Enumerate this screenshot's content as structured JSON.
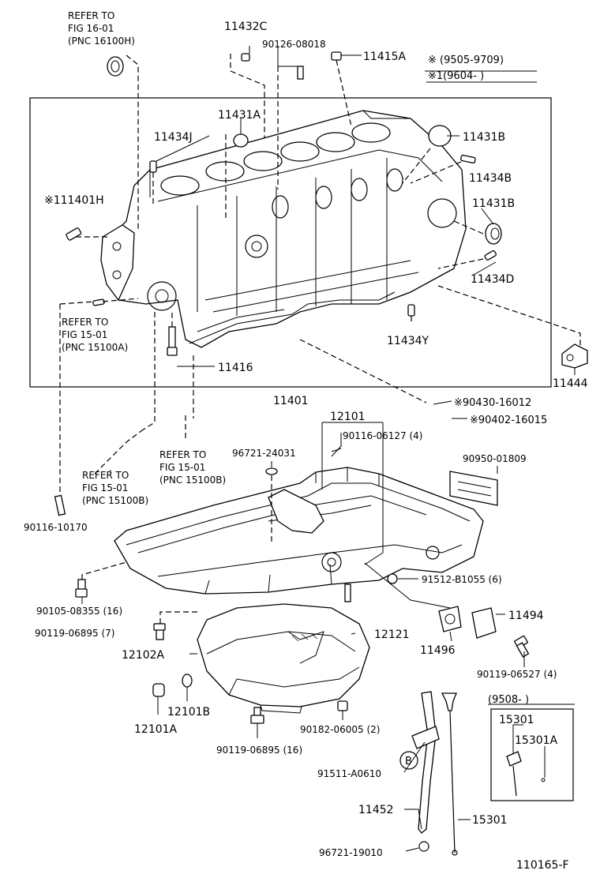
{
  "labels": {
    "refer_16_l1": "REFER TO",
    "refer_16_l2": "FIG 16-01",
    "refer_16_l3": "(PNC 16100H)",
    "p11432C": "11432C",
    "p90126": "90126-08018",
    "p11415A": "11415A",
    "note1": "※ (9505-9709)",
    "note2": "※1(9604-      )",
    "p11431A": "11431A",
    "p11434J": "11434J",
    "p11431B_top": "11431B",
    "p11434B": "11434B",
    "p111401H": "※111401H",
    "p11431B_mid": "11431B",
    "p11434D": "11434D",
    "refer_15a_l1": "REFER TO",
    "refer_15a_l2": "FIG 15-01",
    "refer_15a_l3": "(PNC 15100A)",
    "p11434Y": "11434Y",
    "p11416": "11416",
    "p11444": "11444",
    "p11401": "11401",
    "p90430": "※90430-16012",
    "p90402": "※90402-16015",
    "p12101": "12101",
    "p90116_06127": "90116-06127 (4)",
    "p96721_24031": "96721-24031",
    "refer_15b_l1": "REFER TO",
    "refer_15b_l2": "FIG 15-01",
    "refer_15b_l3": "(PNC 15100B)",
    "refer_15b2_l1": "REFER TO",
    "refer_15b2_l2": "FIG 15-01",
    "refer_15b2_l3": "(PNC 15100B)",
    "p90950": "90950-01809",
    "p90116_10170": "90116-10170",
    "p91512": "91512-B1055 (6)",
    "p90105": "90105-08355 (16)",
    "p12121": "12121",
    "p11494": "11494",
    "p90119_06895_7": "90119-06895 (7)",
    "p12102A": "12102A",
    "p11496": "11496",
    "p90119_06527": "90119-06527 (4)",
    "p12101B": "12101B",
    "p12101A": "12101A",
    "date_range": "(9508-          )",
    "p15301_box": "15301",
    "p15301A": "15301A",
    "p90182": "90182-06005 (2)",
    "p90119_06895_16": "90119-06895 (16)",
    "p91511": "91511-A0610",
    "circle_b": "B",
    "p15301": "15301",
    "p11452": "11452",
    "p96721_19010": "96721-19010",
    "figure_id": "110165-F"
  }
}
